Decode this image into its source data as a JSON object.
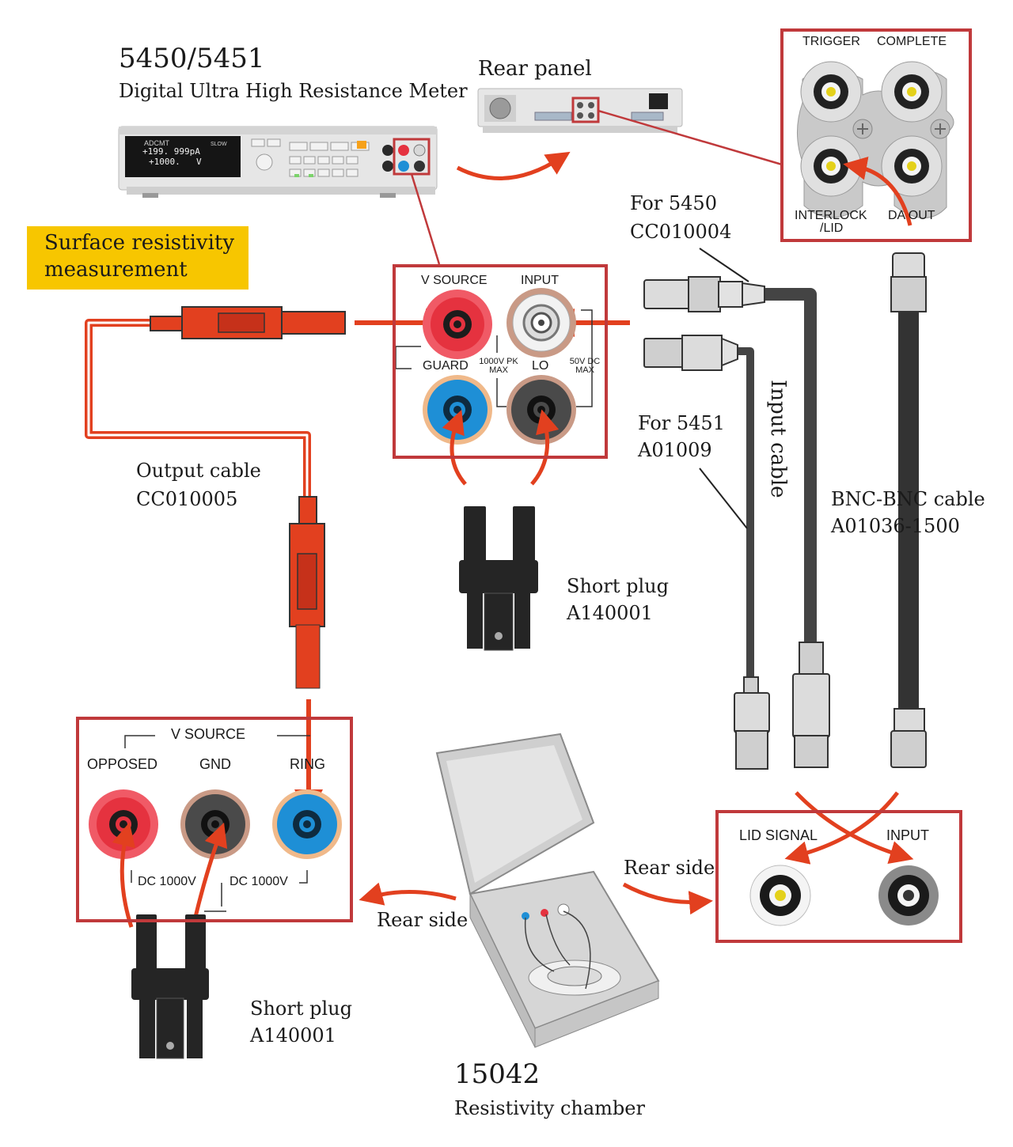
{
  "meter": {
    "model": "5450/5451",
    "name": "Digital Ultra High Resistance Meter",
    "brand": "ADCMT",
    "display_line1": "+199. 999pA",
    "display_line2": "+1000.",
    "display_unit": "V",
    "display_tag": "SLOW"
  },
  "rear_panel": {
    "title": "Rear panel"
  },
  "rear_connectors": {
    "trigger": "TRIGGER",
    "complete": "COMPLETE",
    "interlock": "INTERLOCK",
    "lid": "/LID",
    "da_out": "DA OUT"
  },
  "highlight": {
    "text_line1": "Surface resistivity",
    "text_line2": "measurement"
  },
  "front_panel": {
    "v_source": "V SOURCE",
    "input": "INPUT",
    "guard": "GUARD",
    "lo": "LO",
    "pk_line1": "1000V PK",
    "pk_line2": "MAX",
    "dc_line1": "50V DC",
    "dc_line2": "MAX"
  },
  "cable_5450": {
    "for": "For 5450",
    "part": "CC010004"
  },
  "cable_5451": {
    "for": "For 5451",
    "part": "A01009"
  },
  "input_cable": {
    "label": "Input cable"
  },
  "bnc_cable": {
    "label": "BNC-BNC cable",
    "part": "A01036-1500"
  },
  "output_cable": {
    "label": "Output cable",
    "part": "CC010005"
  },
  "short_plug_top": {
    "label": "Short plug",
    "part": "A140001"
  },
  "short_plug_bottom": {
    "label": "Short plug",
    "part": "A140001"
  },
  "chamber_panel": {
    "v_source": "V  SOURCE",
    "opposed": "OPPOSED",
    "gnd": "GND",
    "ring": "RING",
    "dc_left": "DC  1000V",
    "dc_right": "DC  1000V"
  },
  "lid_panel": {
    "lid_signal": "LID SIGNAL",
    "input": "INPUT"
  },
  "rear_side_left": "Rear side",
  "rear_side_right": "Rear side",
  "chamber": {
    "model": "15042",
    "name": "Resistivity chamber"
  },
  "colors": {
    "accent_red": "#e2401f",
    "panel_border": "#c0393b",
    "highlight": "#f7c600",
    "jack_red": "#e5323f",
    "jack_blue": "#1e8fd6"
  }
}
